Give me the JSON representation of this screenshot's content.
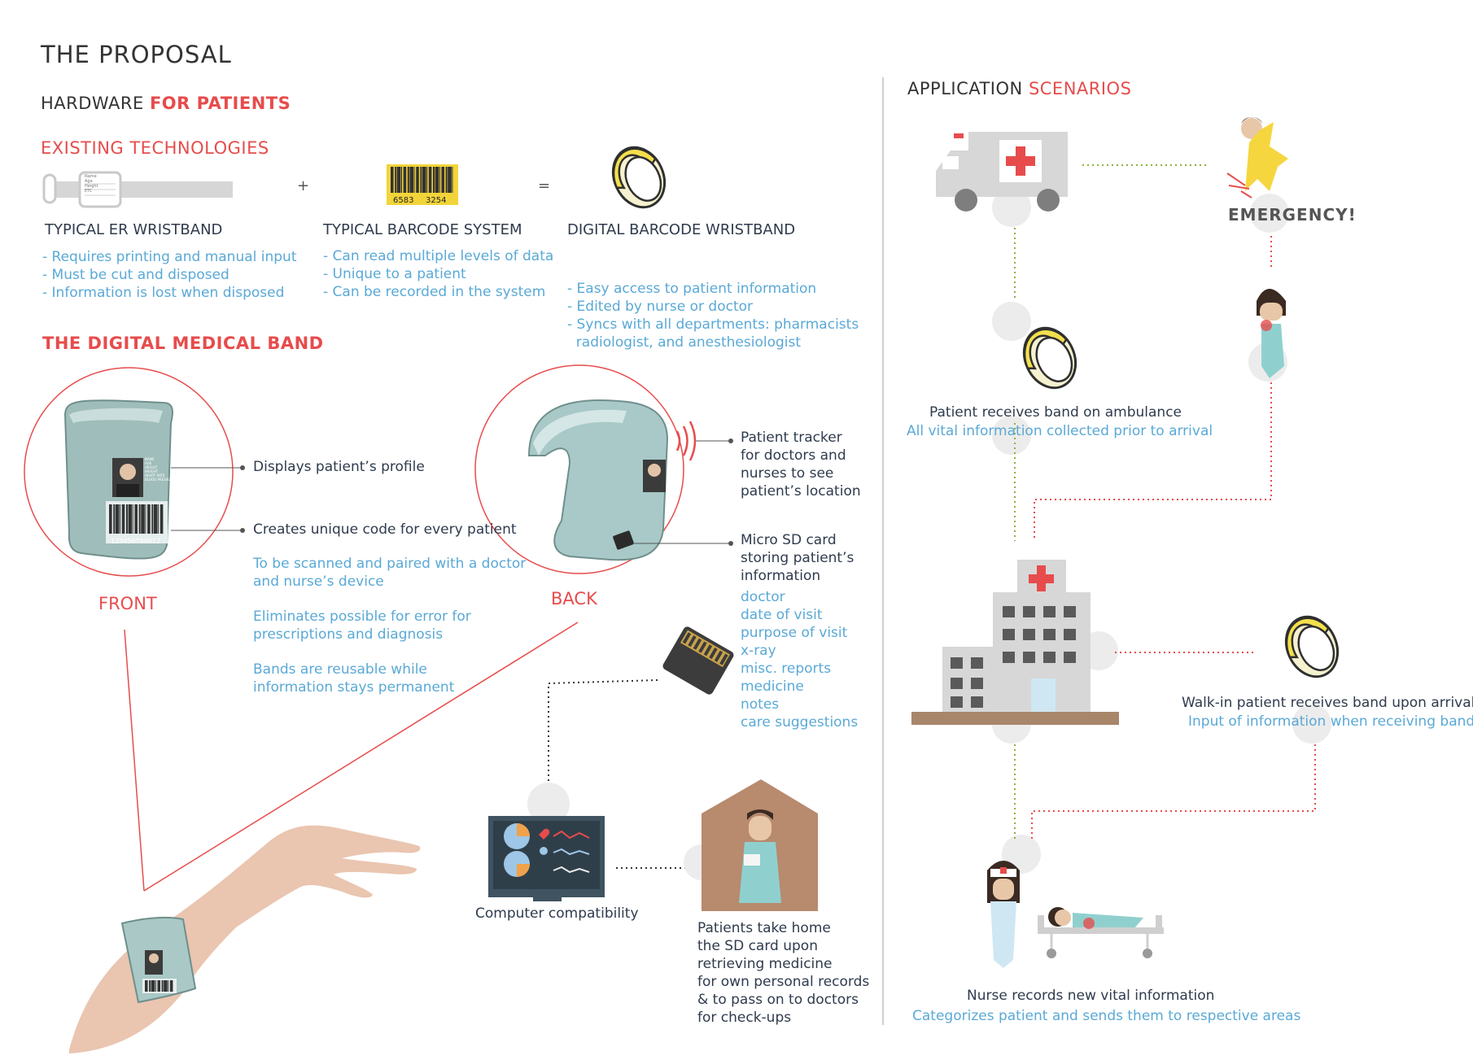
{
  "colors": {
    "accent": "#e74c4c",
    "blue": "#5aa9d6",
    "dark": "#2f3b4d",
    "band_yellow": "#f4e04d",
    "band_cream": "#f6f1cf",
    "ground": "#a8866a",
    "house": "#b88a6e"
  },
  "header": {
    "title": "THE PROPOSAL"
  },
  "hardware": {
    "label_a": "HARDWARE",
    "label_b": "FOR PATIENTS"
  },
  "existing": {
    "title": "EXISTING TECHNOLOGIES",
    "plus": "+",
    "equals": "=",
    "barcode_digits_left": "6583",
    "barcode_digits_right": "3254",
    "wristband_tag": [
      "Name",
      "Age",
      "Height",
      "ETC"
    ],
    "er": {
      "title": "TYPICAL ER WRISTBAND",
      "points": [
        "- Requires printing and manual input",
        "- Must be cut and disposed",
        "- Information is lost when disposed"
      ]
    },
    "barcode": {
      "title": "TYPICAL BARCODE SYSTEM",
      "points": [
        "- Can read multiple levels of data",
        "- Unique to a patient",
        "- Can be recorded in the system"
      ]
    },
    "digital": {
      "title": "DIGITAL BARCODE WRISTBAND",
      "points": [
        "- Easy access to patient information",
        "- Edited by nurse or doctor",
        "- Syncs with all departments: pharmacists",
        "  radiologist, and anesthesiologist"
      ]
    }
  },
  "band": {
    "title": "THE DIGITAL MEDICAL BAND",
    "front_label": "FRONT",
    "back_label": "BACK",
    "band_profile_text": [
      "NAME",
      "AGE",
      "HEIGHT",
      "WEIGHT",
      "HEART RATE",
      "BLOOD PRESSURE"
    ],
    "band_code": "123456789012",
    "callouts": {
      "profile": "Displays patient’s profile",
      "code": "Creates unique code for every patient",
      "code_notes": [
        [
          "To be scanned and paired with a doctor",
          "and nurse’s device"
        ],
        [
          "Eliminates possible for error for",
          "prescriptions and diagnosis"
        ],
        [
          "Bands are reusable while",
          "information stays permanent"
        ]
      ],
      "tracker": [
        "Patient tracker",
        "for doctors and",
        "nurses to see",
        "patient’s location"
      ],
      "sd": [
        "Micro SD card",
        "storing patient’s",
        "information"
      ],
      "sd_items": [
        "doctor",
        "date of visit",
        "purpose of visit",
        "x-ray",
        "misc. reports",
        "medicine",
        "notes",
        "care suggestions"
      ]
    },
    "computer": "Computer compatibility",
    "home": [
      "Patients take home",
      "the SD card upon",
      "retrieving medicine",
      "for own personal records",
      "& to pass on to doctors",
      "for check-ups"
    ]
  },
  "scenarios": {
    "label_a": "APPLICATION",
    "label_b": "SCENARIOS",
    "emergency": "EMERGENCY!",
    "ambulance_title": "Patient receives band on ambulance",
    "ambulance_sub": "All vital information collected prior to arrival",
    "walkin_title": "Walk-in patient receives band upon arrival",
    "walkin_sub": "Input of information when receiving band",
    "nurse_title": "Nurse records new vital information",
    "nurse_sub": "Categorizes patient and sends them to respective areas"
  }
}
